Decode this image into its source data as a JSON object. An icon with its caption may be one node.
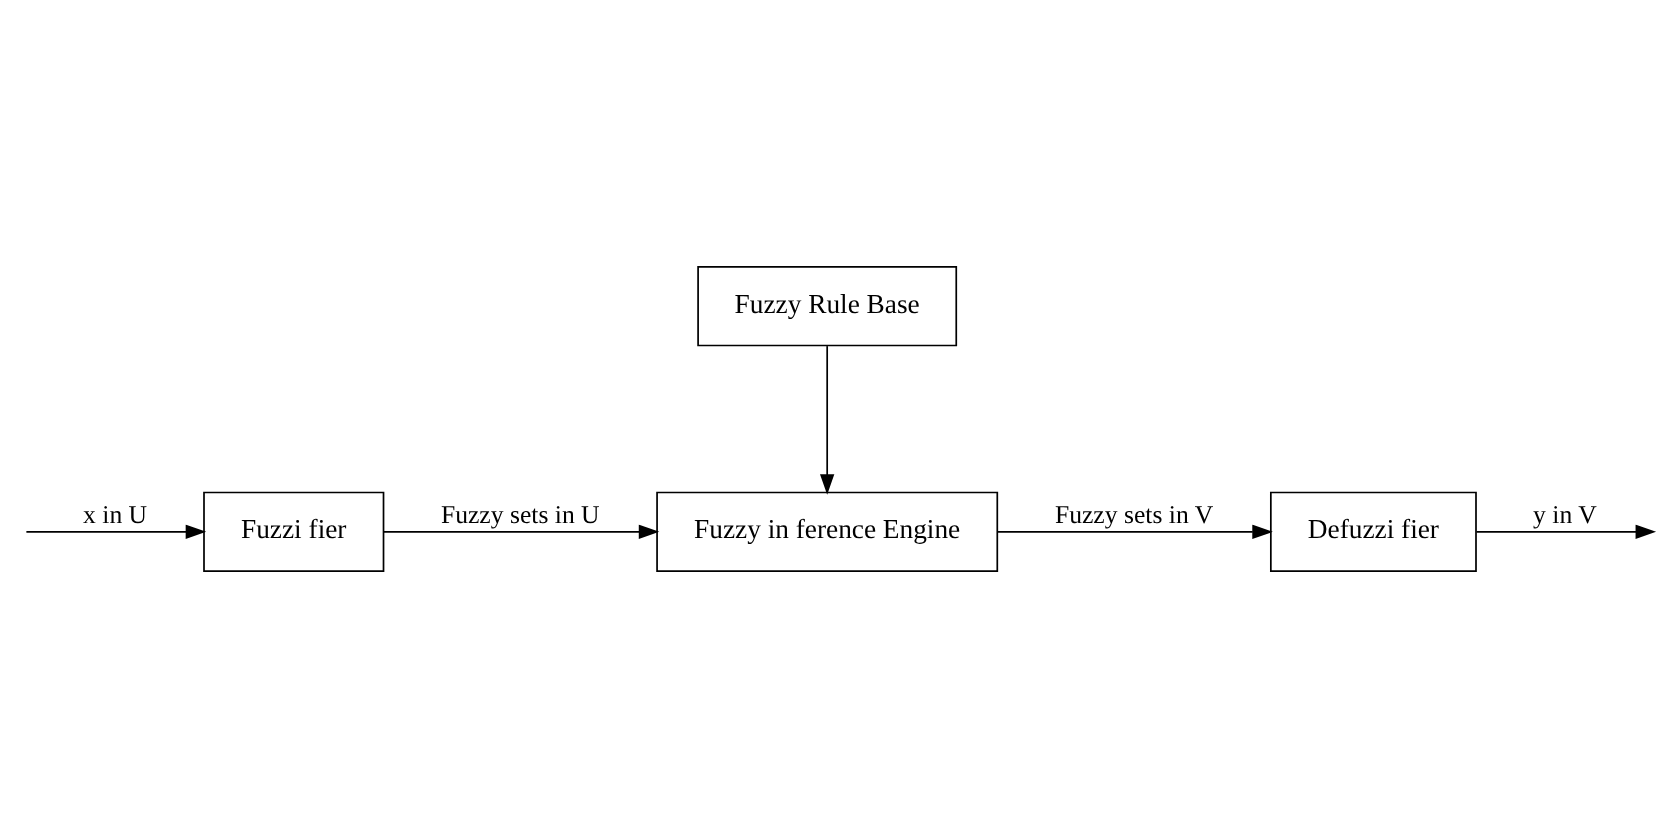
{
  "diagram": {
    "nodes": [
      {
        "text": [
          "Fuzzy Rule Base"
        ]
      },
      {
        "text": [
          "Fuzzi fier"
        ]
      },
      {
        "text": [
          "Defuzzi fier"
        ]
      },
      {
        "text": [
          "Fuzzy in ference Engine"
        ]
      }
    ],
    "edges": [
      {
        "from": null,
        "to": 1,
        "arrow": "to",
        "label": "x in U"
      },
      {
        "from": 1,
        "to": 3,
        "arrow": "to",
        "label": "Fuzzy sets in U"
      },
      {
        "from": 0,
        "to": 3,
        "arrow": "to"
      },
      {
        "from": 3,
        "to": 2,
        "arrow": "to",
        "label": "Fuzzy sets in V"
      },
      {
        "from": 2,
        "to": null,
        "arrow": "to",
        "label": "y in V"
      }
    ]
  }
}
